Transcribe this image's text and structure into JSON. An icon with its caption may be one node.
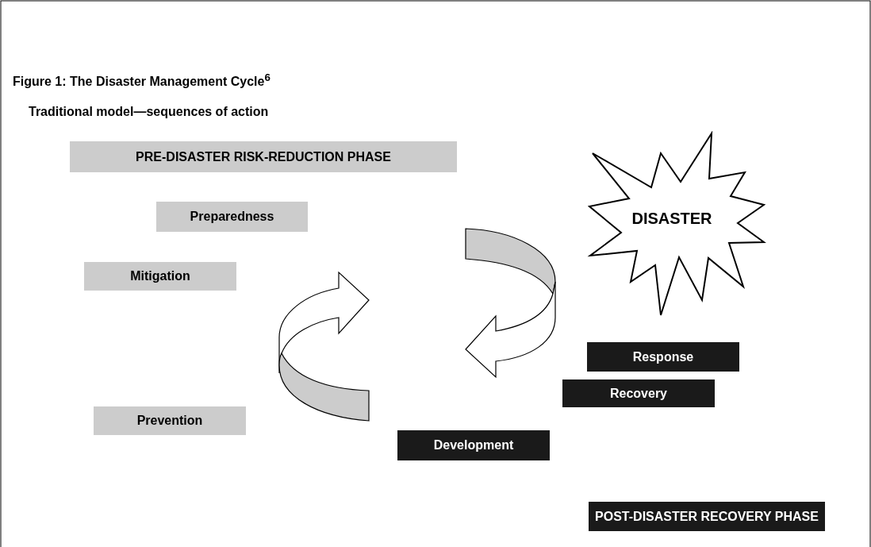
{
  "diagram": {
    "title": "Figure 1: The Disaster Management Cycle$^{6}$",
    "nodes": [
      {
        "text": [
          "PRE-DISASTER RISK-REDUCTION PHASE"
        ]
      },
      {
        "text": [
          "Preparedness"
        ]
      },
      {
        "text": [
          "DISASTER"
        ]
      },
      {
        "text": [
          "Mitigation"
        ]
      },
      {
        "text": [
          "Response"
        ]
      },
      {
        "text": [
          "Recovery"
        ]
      },
      {
        "text": [
          "Prevention"
        ]
      },
      {
        "text": [
          "Development"
        ]
      },
      {
        "text": [
          "POST-DISASTER RECOVERY PHASE"
        ]
      }
    ],
    "labels": [
      "Traditional model—sequences of action"
    ]
  }
}
